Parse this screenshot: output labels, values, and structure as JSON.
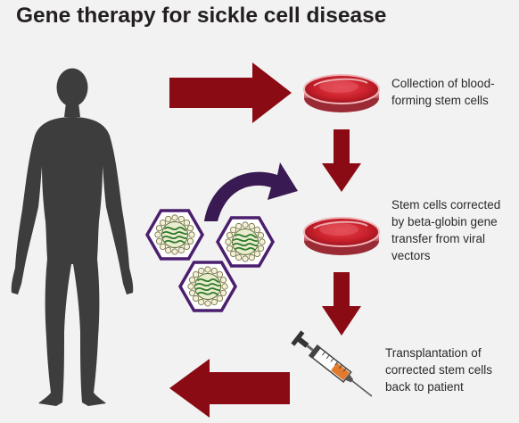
{
  "title": "Gene therapy for sickle cell disease",
  "steps": [
    {
      "lines": [
        "Collection of blood-",
        "forming stem cells"
      ],
      "icon": "petri-dish-icon"
    },
    {
      "lines": [
        "Stem cells corrected",
        "by beta-globin gene",
        "transfer from viral",
        "vectors"
      ],
      "icon": "petri-dish-icon"
    },
    {
      "lines": [
        "Transplantation of",
        "corrected stem cells",
        "back to patient"
      ],
      "icon": "syringe-icon"
    }
  ],
  "colors": {
    "arrow": "#8b0b15",
    "curved_arrow": "#3a1a52",
    "silhouette": "#3d3d3d",
    "petri_fill": "#c8202b",
    "virus_outline": "#5a2a80",
    "virus_core": "#3d8a2e",
    "background": "#f2f2f2"
  }
}
